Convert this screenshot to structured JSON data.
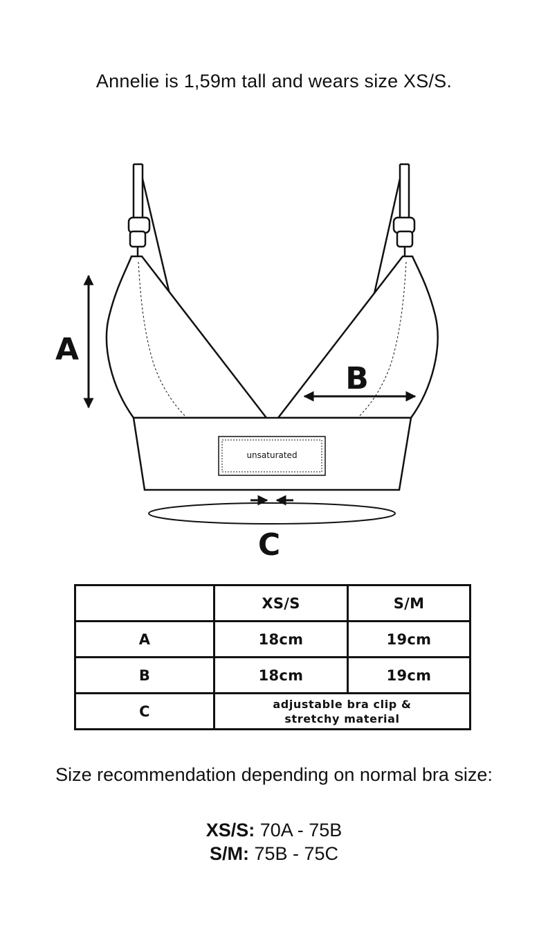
{
  "intro_text": "Annelie is 1,59m tall and wears size XS/S.",
  "diagram": {
    "label_text": "unsaturated",
    "dimension_a": "A",
    "dimension_b": "B",
    "dimension_c": "C",
    "line_color": "#111111"
  },
  "size_table": {
    "header": [
      "",
      "XS/S",
      "S/M"
    ],
    "rows": [
      {
        "label": "A",
        "values": [
          "18cm",
          "19cm"
        ]
      },
      {
        "label": "B",
        "values": [
          "18cm",
          "19cm"
        ]
      },
      {
        "label": "C",
        "note_line1": "adjustable bra clip &",
        "note_line2": "stretchy material"
      }
    ]
  },
  "recommendation": {
    "heading": "Size recommendation depending on normal bra size:",
    "items": [
      {
        "size": "XS/S:",
        "range": " 70A - 75B"
      },
      {
        "size": "S/M:",
        "range": " 75B - 75C"
      }
    ]
  }
}
